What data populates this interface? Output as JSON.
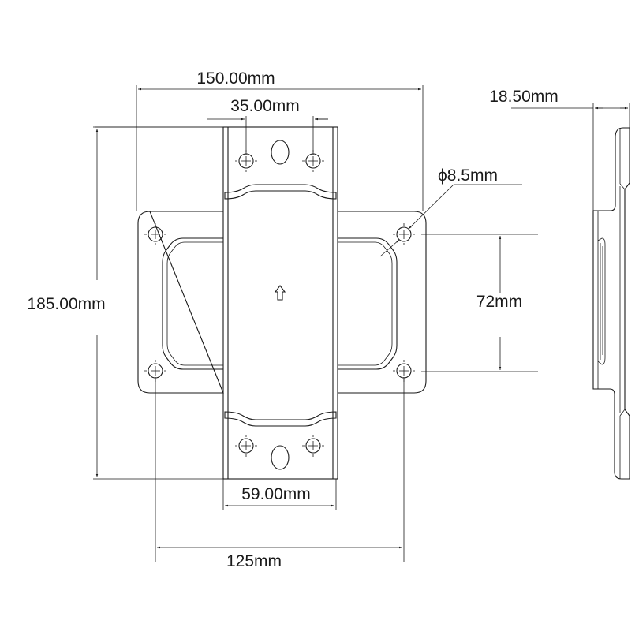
{
  "dimensions": {
    "overall_width": "150.00mm",
    "top_hole_spacing": "35.00mm",
    "depth": "18.50mm",
    "hole_diameter": "8.5mm",
    "hole_diameter_symbol": "ϕ",
    "overall_height": "185.00mm",
    "vertical_hole_spacing": "72mm",
    "center_plate_width": "59.00mm",
    "horizontal_hole_spacing": "125mm"
  },
  "colors": {
    "line": "#1a1a1a",
    "background": "#ffffff"
  }
}
